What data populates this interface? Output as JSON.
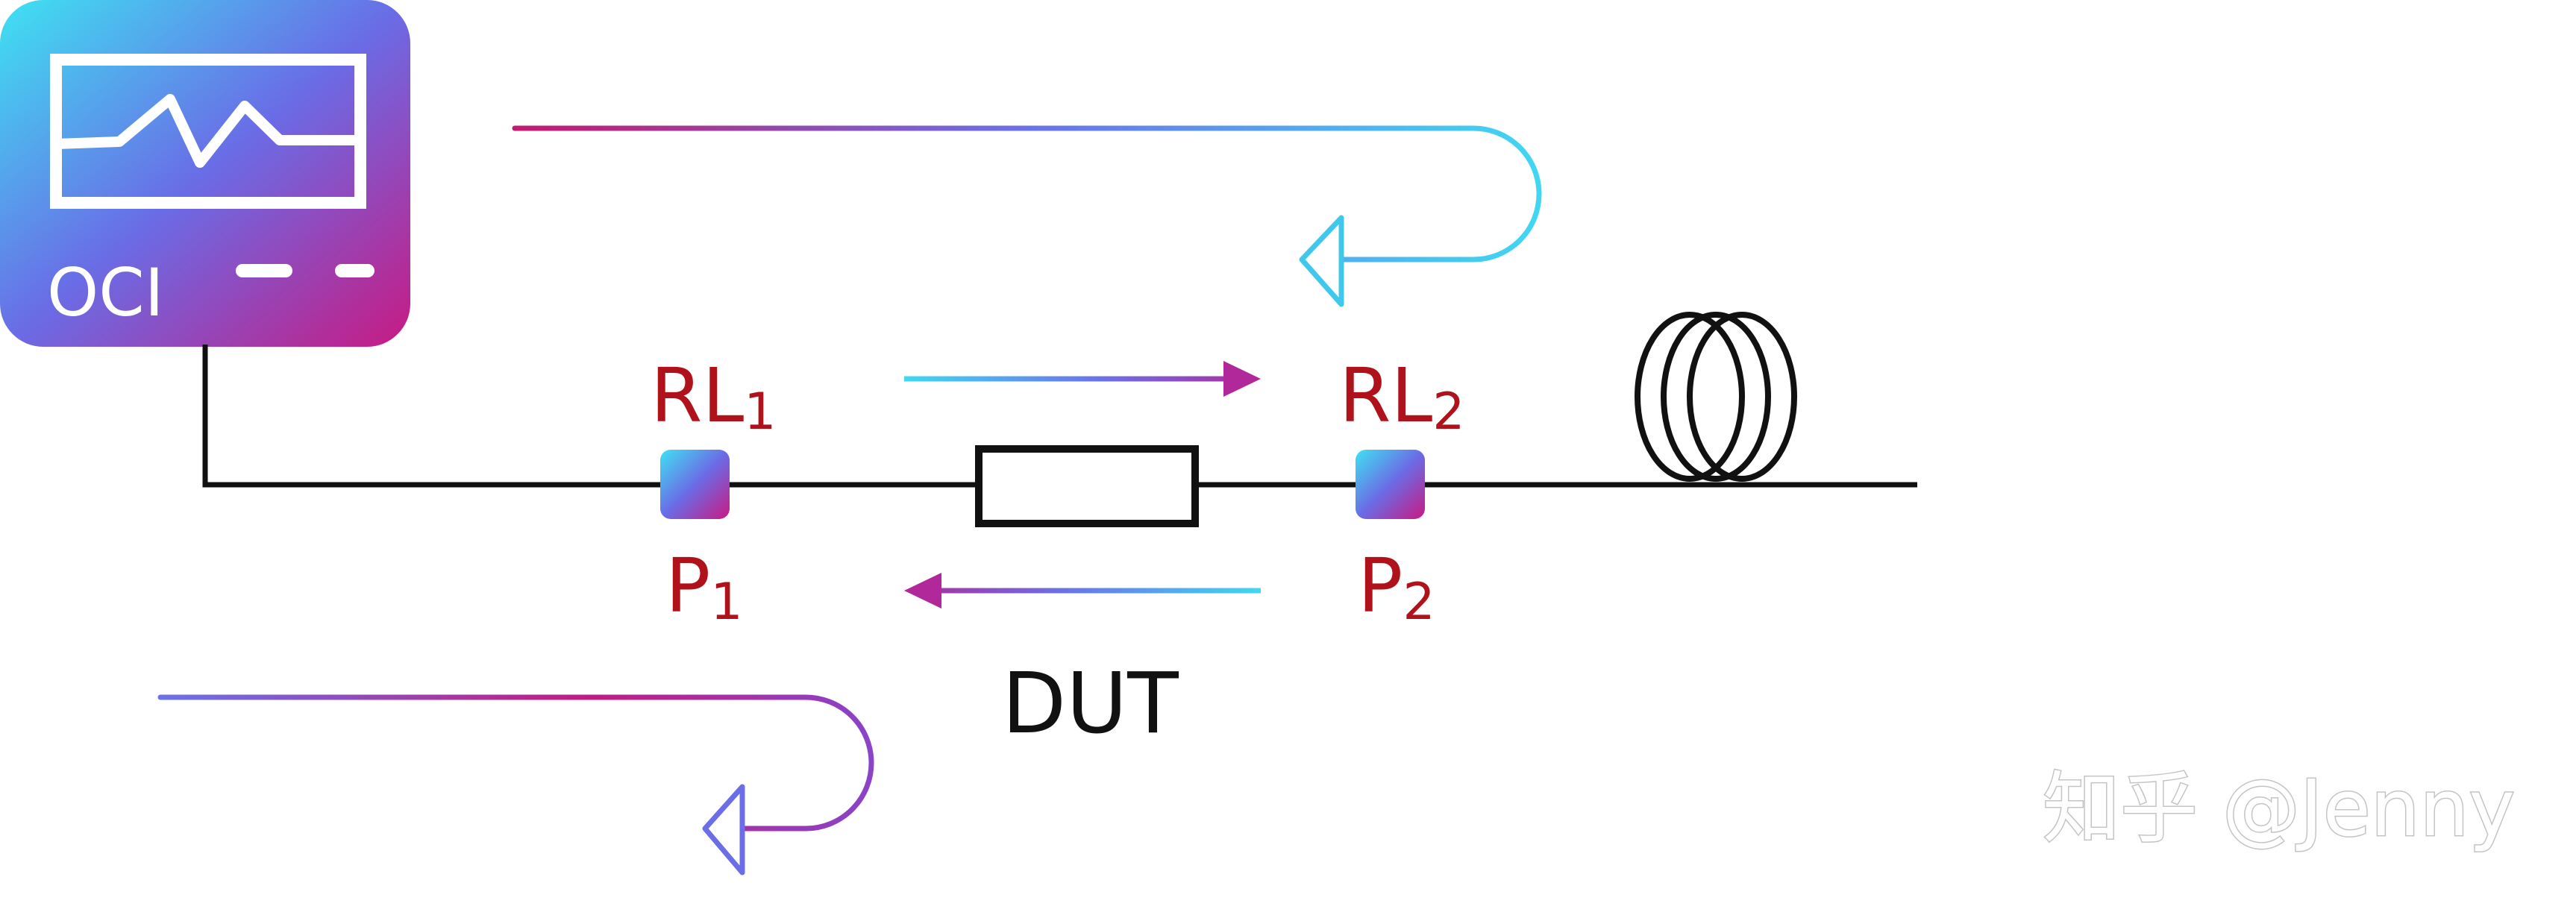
{
  "instrument": {
    "label": "OCI"
  },
  "ports": [
    {
      "reflection_main": "RL",
      "reflection_sub": "1",
      "port_main": "P",
      "port_sub": "1"
    },
    {
      "reflection_main": "RL",
      "reflection_sub": "2",
      "port_main": "P",
      "port_sub": "2"
    }
  ],
  "device": {
    "label": "DUT"
  },
  "watermark": {
    "text": "知乎 @Jenny"
  },
  "colors": {
    "label_red": "#b0121b",
    "gradient_cyan": "#3ed8f0",
    "gradient_blue": "#6b72e6",
    "gradient_magenta": "#c21a86",
    "line_black": "#111111"
  }
}
